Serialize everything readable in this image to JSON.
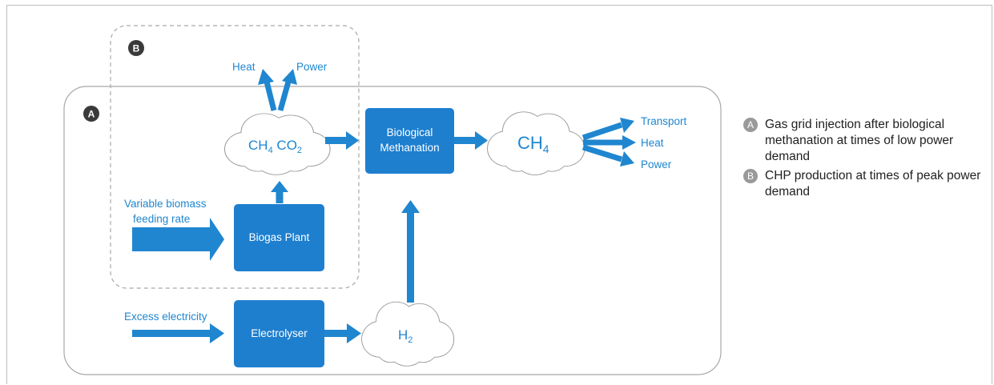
{
  "badges": {
    "a": "A",
    "b": "B"
  },
  "outputs_b": {
    "heat": "Heat",
    "power": "Power"
  },
  "clouds": {
    "biogas": {
      "ch4": "CH",
      "ch4_sub": "4",
      "co2": " CO",
      "co2_sub": "2"
    },
    "methane": {
      "text": "CH",
      "sub": "4"
    },
    "hydrogen": {
      "text": "H",
      "sub": "2"
    }
  },
  "boxes": {
    "methanation_line1": "Biological",
    "methanation_line2": "Methanation",
    "biogas_plant": "Biogas Plant",
    "electrolyser": "Electrolyser"
  },
  "inputs": {
    "biomass_line1": "Variable biomass",
    "biomass_line2": "feeding rate",
    "electricity": "Excess electricity"
  },
  "outputs_a": {
    "transport": "Transport",
    "heat": "Heat",
    "power": "Power"
  },
  "legend": [
    {
      "badge": "A",
      "text": "Gas grid injection after biological methanation at times of low power demand"
    },
    {
      "badge": "B",
      "text": "CHP production at times of peak power demand"
    }
  ],
  "colors": {
    "accent": "#1f86cf",
    "box": "#1e7fcf",
    "badge": "#3a3a3a",
    "legend_badge": "#9a9a9a"
  }
}
